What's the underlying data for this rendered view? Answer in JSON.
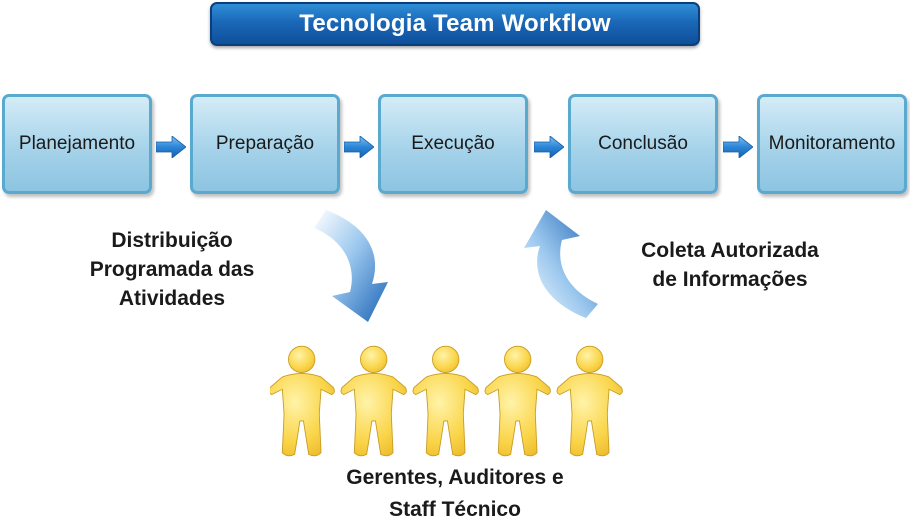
{
  "title": "Tecnologia Team Workflow",
  "steps": [
    {
      "label": "Planejamento"
    },
    {
      "label": "Preparação"
    },
    {
      "label": "Execução"
    },
    {
      "label": "Conclusão"
    },
    {
      "label": "Monitoramento"
    }
  ],
  "left_caption": {
    "line1": "Distribuição",
    "line2": "Programada das",
    "line3": "Atividades"
  },
  "right_caption": {
    "line1": "Coleta Autorizada",
    "line2": "de Informações"
  },
  "bottom_caption": {
    "line1": "Gerentes, Auditores e",
    "line2": "Staff Técnico"
  },
  "colors": {
    "banner": "#1a68b8",
    "step_fill": "#a6d3ea",
    "step_border": "#5aa9cf",
    "arrow": "#2a7fd0",
    "people": "#f7d44a"
  },
  "icons": {
    "flow_arrow": "right-arrow-icon",
    "down_curve": "curved-down-arrow-icon",
    "up_curve": "curved-up-arrow-icon",
    "people": "people-chain-icon"
  }
}
